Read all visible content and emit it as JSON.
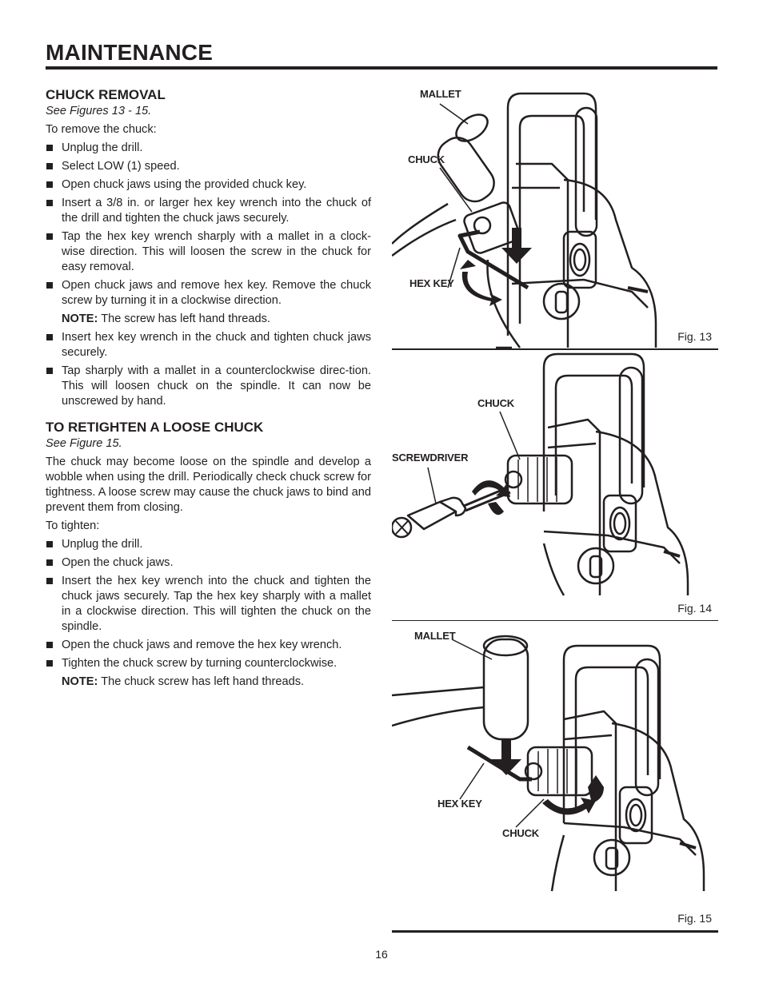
{
  "header": {
    "title": "MAINTENANCE"
  },
  "chuck_removal": {
    "heading": "CHUCK REMOVAL",
    "see": "See Figures 13 - 15.",
    "intro": "To remove the chuck:",
    "steps": [
      "Unplug the drill.",
      "Select LOW (1) speed.",
      "Open chuck jaws using the provided chuck key.",
      "Insert a 3/8 in.  or larger hex key wrench into the chuck of the drill and tighten the chuck jaws securely.",
      "Tap the hex key wrench sharply with a mallet in a clock-wise direction. This will loosen the screw in the chuck for easy removal.",
      "Open chuck jaws and remove hex key. Remove the chuck screw by turning it in a clockwise direction."
    ],
    "note_label": "NOTE:",
    "note_text": " The screw has left hand threads.",
    "steps2": [
      "Insert hex key wrench in the chuck and tighten chuck jaws securely.",
      "Tap sharply with a mallet in a counterclockwise direc-tion. This will loosen chuck on the spindle. It can now be unscrewed by hand."
    ]
  },
  "retighten": {
    "heading": "TO RETIGHTEN A LOOSE CHUCK",
    "see": "See Figure 15.",
    "para": "The chuck may become loose on the spindle and develop a wobble when using the drill. Periodically check chuck screw for tightness. A loose screw may cause the chuck jaws to bind and prevent them from closing.",
    "intro": "To tighten:",
    "steps": [
      "Unplug the drill.",
      "Open the chuck jaws.",
      "Insert the hex key wrench into the chuck and tighten the chuck jaws securely. Tap the hex key sharply with a mallet in a clockwise direction. This will tighten the chuck on the spindle.",
      "Open the chuck jaws and remove the hex key wrench.",
      "Tighten the chuck screw by turning counterclockwise."
    ],
    "note_label": "NOTE:",
    "note_text": " The chuck screw has left hand threads."
  },
  "figures": {
    "fig13": {
      "caption": "Fig. 13",
      "labels": {
        "mallet": "MALLET",
        "chuck": "CHUCK",
        "hex_key": "HEX KEY"
      }
    },
    "fig14": {
      "caption": "Fig. 14",
      "labels": {
        "chuck": "CHUCK",
        "screwdriver": "SCREWDRIVER"
      }
    },
    "fig15": {
      "caption": "Fig. 15",
      "labels": {
        "mallet": "MALLET",
        "hex_key": "HEX KEY",
        "chuck": "CHUCK"
      }
    }
  },
  "footer": {
    "page_number": "16"
  }
}
